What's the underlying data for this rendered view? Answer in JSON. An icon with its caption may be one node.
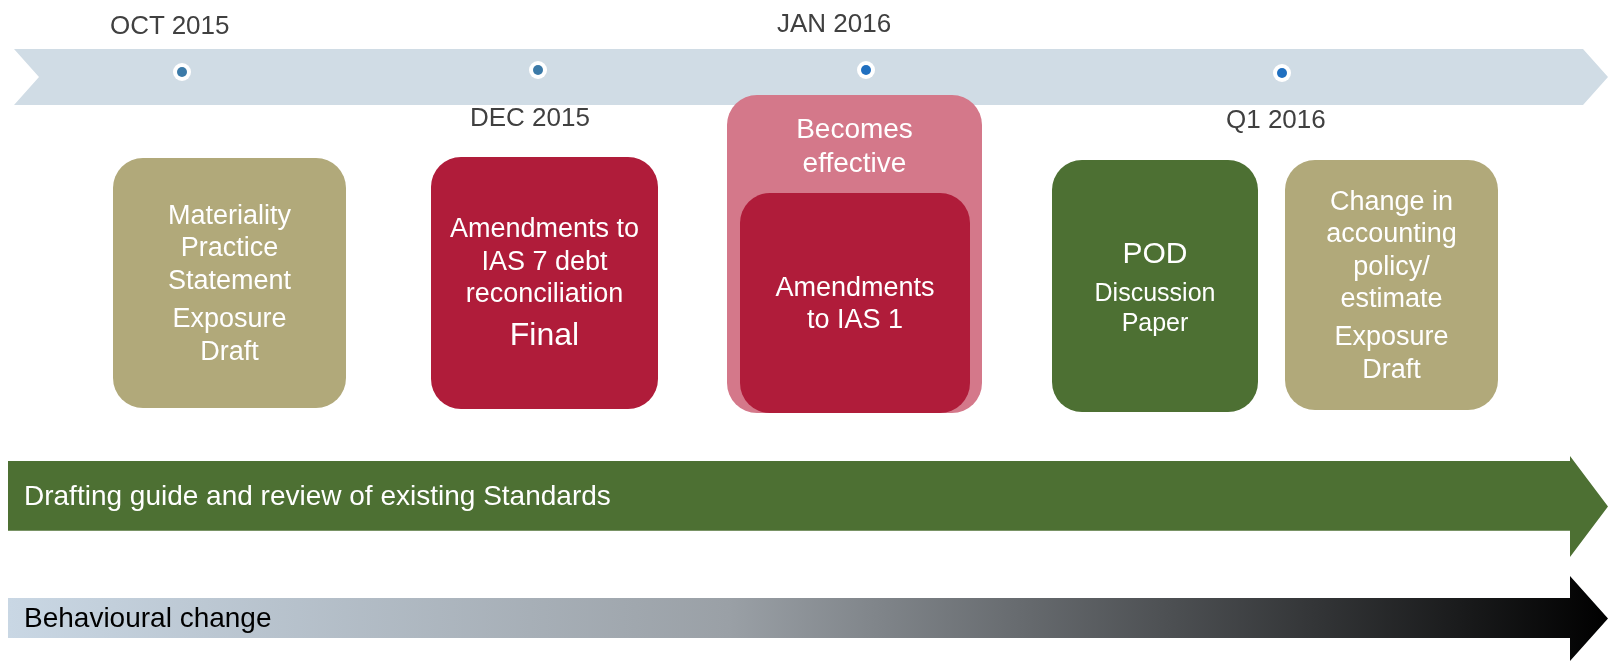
{
  "diagram": {
    "nodes": [
      {
        "text": [
          "Materiality Practice Statement",
          "Exposure Draft"
        ]
      },
      {
        "text": [
          "Amendments to IAS 7 debt reconciliation",
          "Final"
        ]
      },
      {
        "text": [
          "Becomes effective"
        ]
      },
      {
        "text": [
          "Amendments to IAS 1"
        ],
        "in": 2
      },
      {
        "text": [
          "POD",
          "Discussion Paper"
        ]
      },
      {
        "text": [
          "Change in accounting policy/ estimate",
          "Exposure Draft"
        ]
      },
      {
        "text": [
          "Drafting guide and review of existing Standards"
        ]
      },
      {
        "text": [
          "Behavioural change"
        ]
      }
    ],
    "labels": [
      "OCT 2015",
      "JAN 2016",
      "DEC 2015",
      "Q1 2016"
    ]
  }
}
